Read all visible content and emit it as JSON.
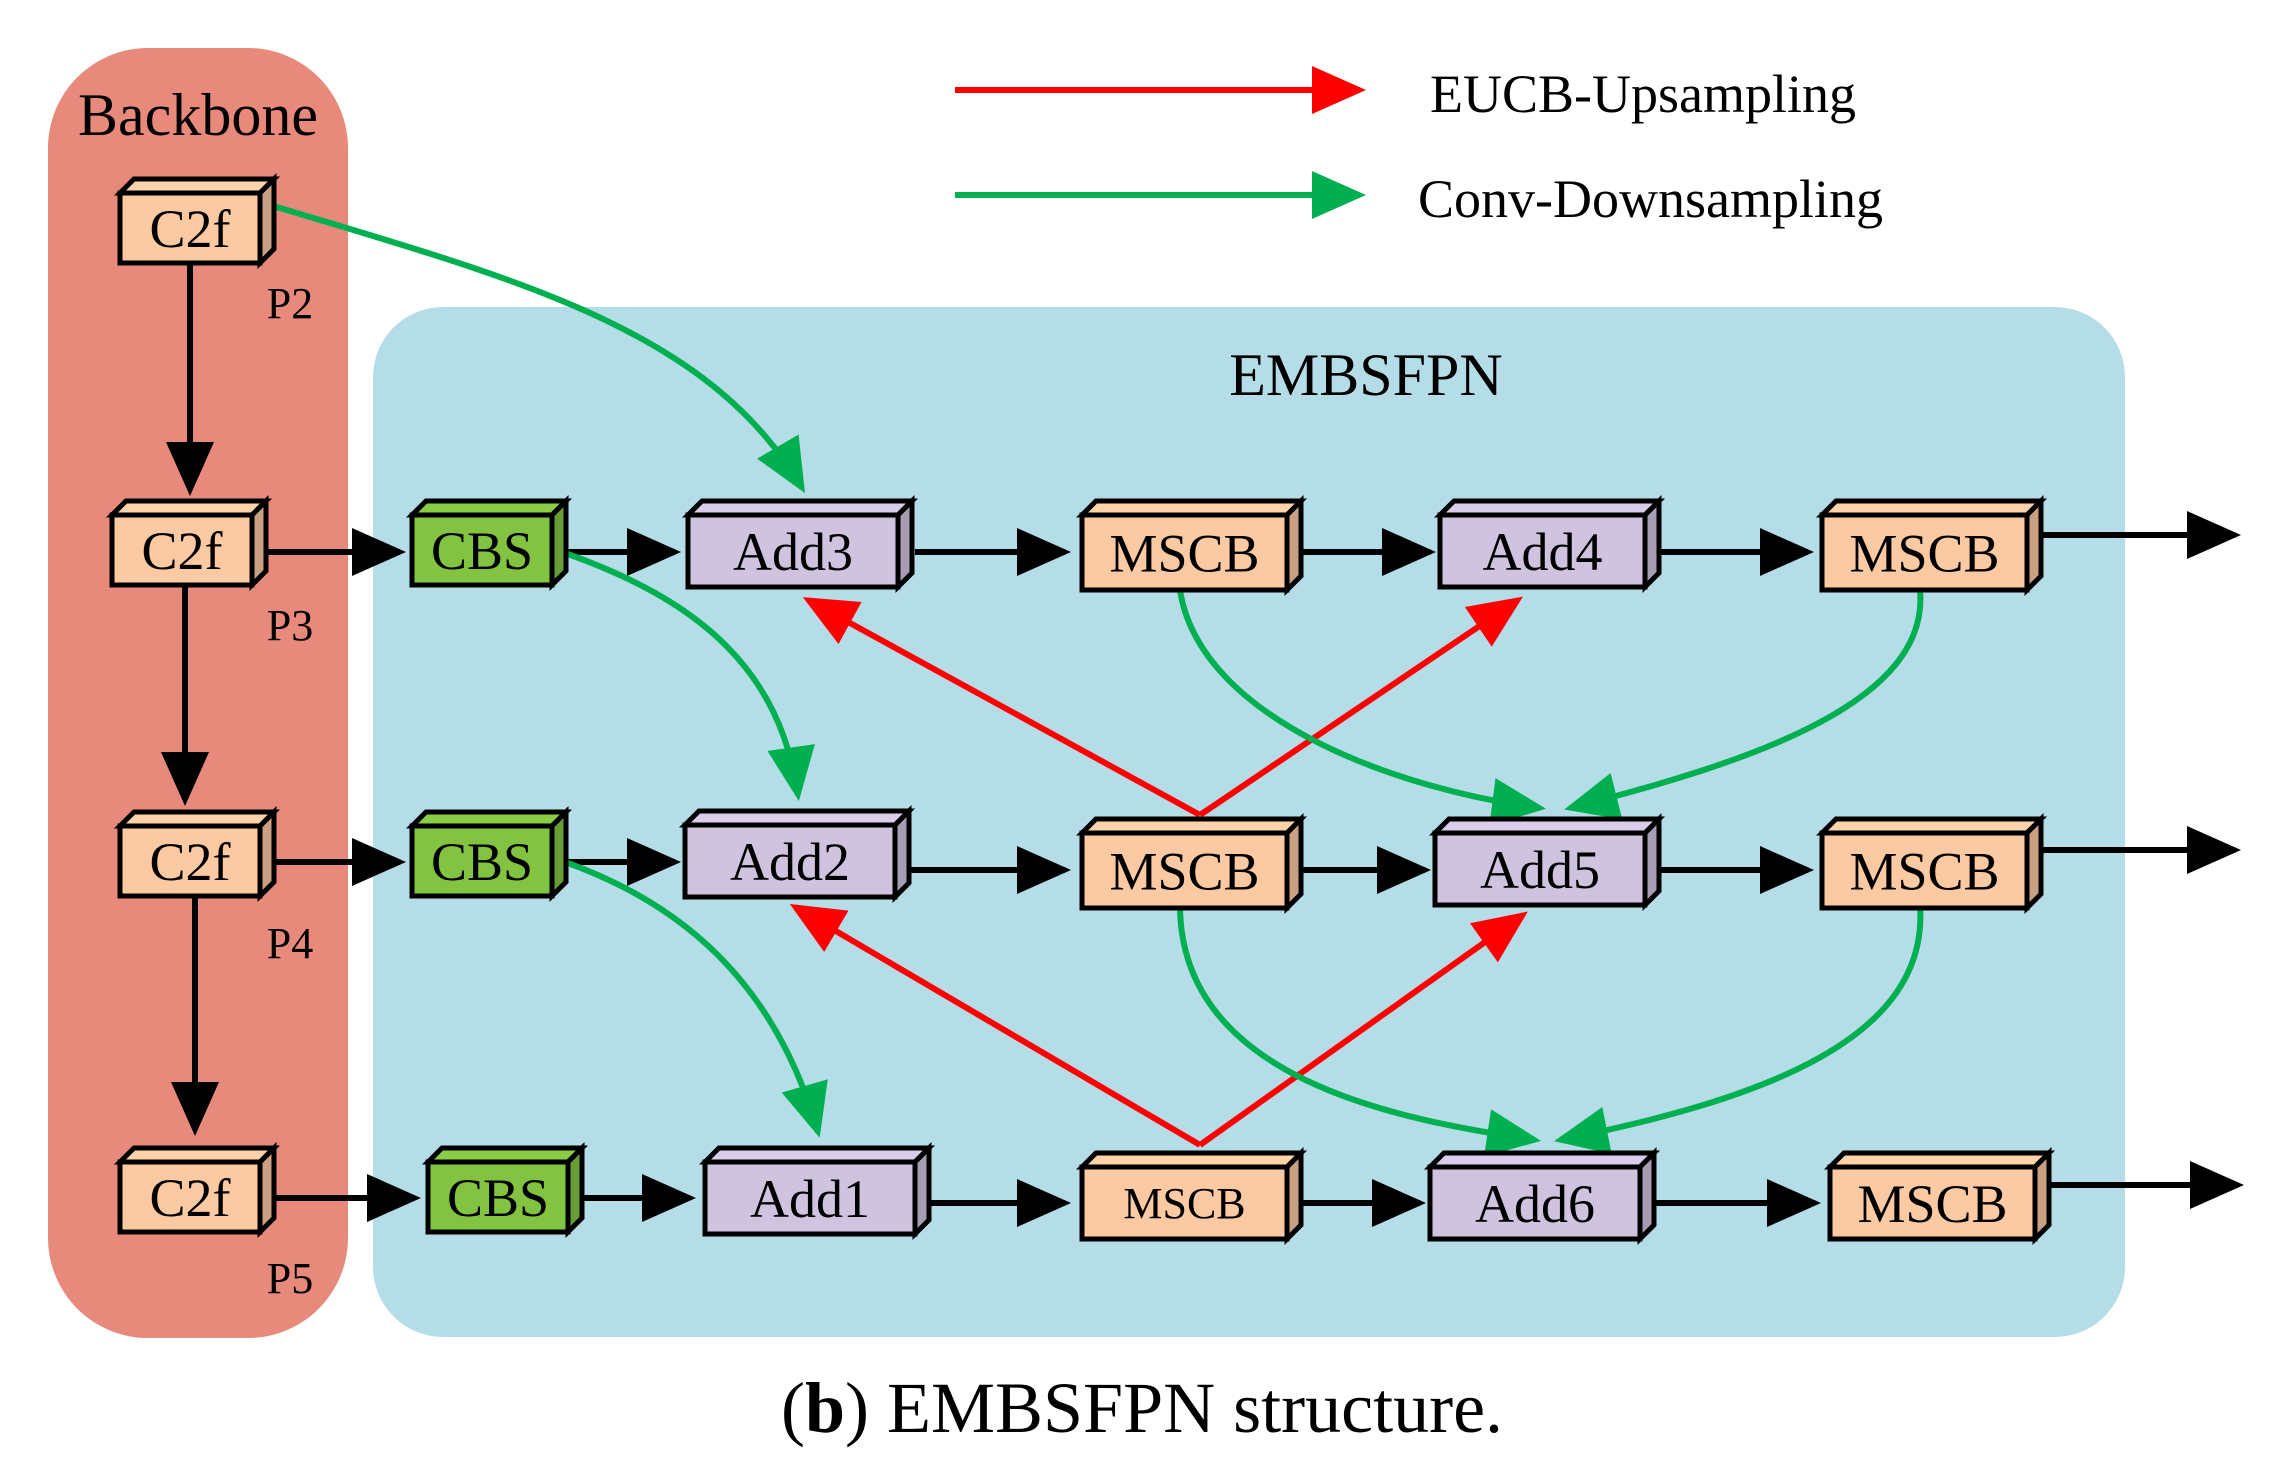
{
  "backbone": {
    "title": "Backbone",
    "levels": [
      {
        "block": "C2f",
        "level": "P2"
      },
      {
        "block": "C2f",
        "level": "P3"
      },
      {
        "block": "C2f",
        "level": "P4"
      },
      {
        "block": "C2f",
        "level": "P5"
      }
    ]
  },
  "neck": {
    "title": "EMBSFPN",
    "cbs": [
      "CBS",
      "CBS",
      "CBS"
    ],
    "adds": [
      "Add1",
      "Add2",
      "Add3",
      "Add4",
      "Add5",
      "Add6"
    ],
    "mscb": [
      "MSCB",
      "MSCB",
      "MSCB",
      "MSCB",
      "MSCB",
      "MSCB"
    ]
  },
  "legend": {
    "upsample": "EUCB-Upsampling",
    "downsample": "Conv-Downsampling"
  },
  "caption": {
    "open": "(",
    "letter": "b",
    "rest": ") EMBSFPN structure."
  },
  "colors": {
    "backbone_bg": "#E88A7B",
    "neck_bg": "#B5DDE8",
    "c2f_fill": "#FBC9A2",
    "mscb_fill": "#FBC9A2",
    "cbs_fill": "#82C341",
    "add_fill": "#CFC3E0",
    "up_arrow": "#FF0000",
    "down_arrow": "#00B050",
    "flow_arrow": "#000000"
  }
}
